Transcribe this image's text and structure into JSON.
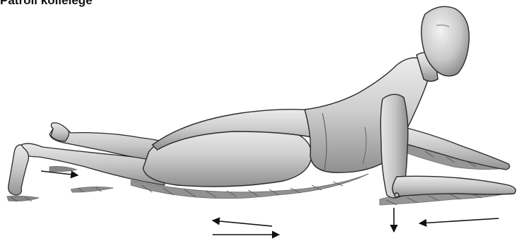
{
  "caption": "Patroli kollelege",
  "figure": {
    "subject": "mannequin-figure",
    "pose": "prone-press-up",
    "arrows": [
      "left-foot-arrow",
      "center-upper-arrow-left",
      "center-lower-arrow-right",
      "hand-down-arrow",
      "right-arrow-left"
    ],
    "colors": {
      "skin_light": "#e4e4e4",
      "skin_mid": "#bdbdbd",
      "skin_dark": "#8a8a8a",
      "outline": "#2a2a2a",
      "ground_shadow": "#555555",
      "arrow": "#111111"
    }
  }
}
